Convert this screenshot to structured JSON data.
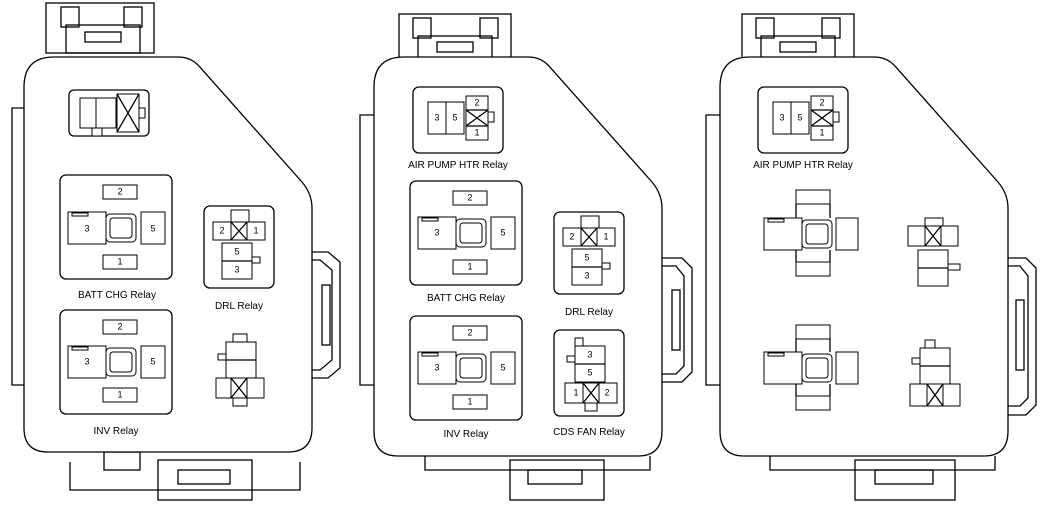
{
  "boxes": [
    {
      "relays": [
        {
          "id": "b1-top",
          "label": ""
        },
        {
          "id": "b1-batt",
          "label": "BATT CHG Relay",
          "pins": [
            "2",
            "3",
            "5",
            "1"
          ]
        },
        {
          "id": "b1-drl",
          "label": "DRL Relay",
          "pins": [
            "2",
            "1",
            "5",
            "3"
          ]
        },
        {
          "id": "b1-inv",
          "label": "INV Relay",
          "pins": [
            "2",
            "3",
            "5",
            "1"
          ]
        },
        {
          "id": "b1-small",
          "label": ""
        }
      ]
    },
    {
      "relays": [
        {
          "id": "b2-air",
          "label": "AIR PUMP HTR Relay",
          "pins": [
            "3",
            "5",
            "2",
            "1"
          ]
        },
        {
          "id": "b2-batt",
          "label": "BATT CHG Relay",
          "pins": [
            "2",
            "3",
            "5",
            "1"
          ]
        },
        {
          "id": "b2-drl",
          "label": "DRL Relay",
          "pins": [
            "2",
            "1",
            "5",
            "3"
          ]
        },
        {
          "id": "b2-inv",
          "label": "INV Relay",
          "pins": [
            "2",
            "3",
            "5",
            "1"
          ]
        },
        {
          "id": "b2-cds",
          "label": "CDS FAN Relay",
          "pins": [
            "3",
            "5",
            "1",
            "2"
          ]
        }
      ]
    },
    {
      "relays": [
        {
          "id": "b3-air",
          "label": "AIR PUMP HTR Relay",
          "pins": [
            "3",
            "5",
            "2",
            "1"
          ]
        },
        {
          "id": "b3-four1",
          "label": ""
        },
        {
          "id": "b3-small1",
          "label": ""
        },
        {
          "id": "b3-four2",
          "label": ""
        },
        {
          "id": "b3-small2",
          "label": ""
        }
      ]
    }
  ]
}
